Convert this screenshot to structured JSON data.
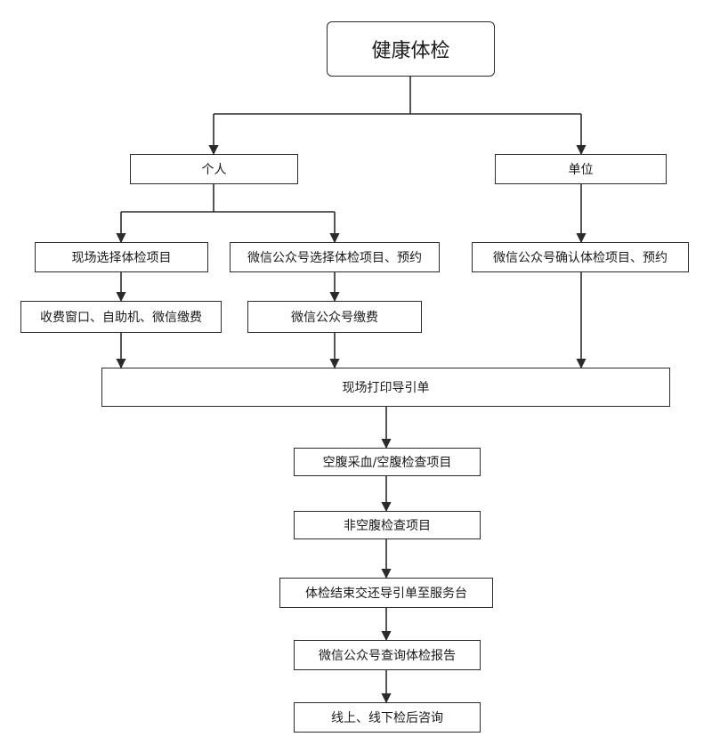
{
  "diagram": {
    "root": "健康体检",
    "personal": "个人",
    "unit": "单位",
    "onsite_select": "现场选择体检项目",
    "wechat_select": "微信公众号选择体检项目、预约",
    "unit_confirm": "微信公众号确认体检项目、预约",
    "pay_onsite": "收费窗口、自助机、微信缴费",
    "pay_wechat": "微信公众号缴费",
    "print_guide": "现场打印导引单",
    "fasting": "空腹采血/空腹检查项目",
    "non_fasting": "非空腹检查项目",
    "return_guide": "体检结束交还导引单至服务台",
    "query_report": "微信公众号查询体检报告",
    "consult": "线上、线下检后咨询"
  }
}
